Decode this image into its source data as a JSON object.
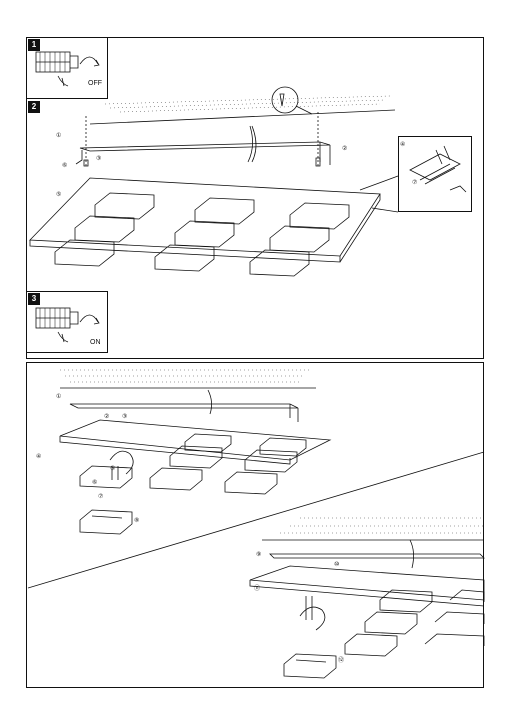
{
  "panel_top": {
    "steps": [
      "1",
      "2",
      "3"
    ],
    "switch_off_label": "OFF",
    "switch_on_label": "ON",
    "callouts": [
      "①",
      "②",
      "③",
      "④",
      "⑤",
      "⑥",
      "⑦"
    ]
  },
  "panel_bottom": {
    "callouts": [
      "①",
      "②",
      "③",
      "④",
      "⑤",
      "⑥",
      "⑦",
      "⑧",
      "⑨",
      "⑩",
      "⑪",
      "⑫"
    ]
  },
  "colors": {
    "line": "#111111",
    "background": "#ffffff"
  }
}
